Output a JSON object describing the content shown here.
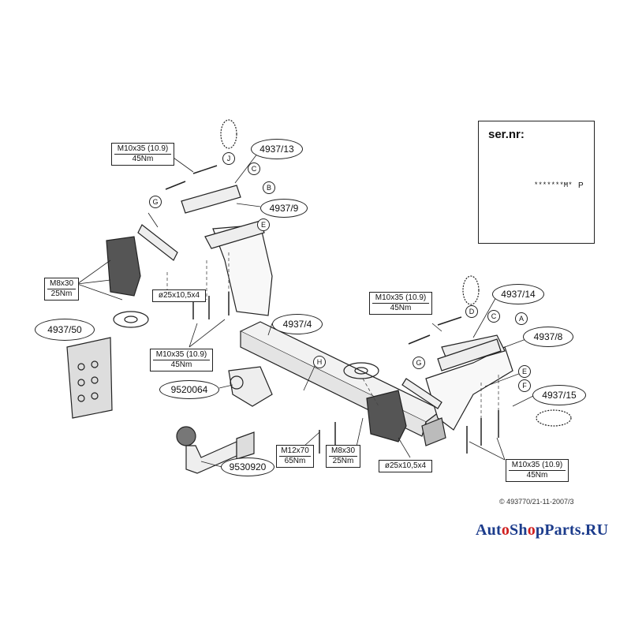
{
  "parts": {
    "p4937_13": "4937/13",
    "p4937_9": "4937/9",
    "p4937_50": "4937/50",
    "p4937_4": "4937/4",
    "p9520064": "9520064",
    "p9530920": "9530920",
    "p4937_14": "4937/14",
    "p4937_8": "4937/8",
    "p4937_15": "4937/15"
  },
  "specs": {
    "left_top": {
      "bolt": "M10x35 (10.9)",
      "torque": "45Nm"
    },
    "left_m8": {
      "bolt": "M8x30",
      "torque": "25Nm"
    },
    "left_washer": "ø25x10,5x4",
    "left_bottom": {
      "bolt": "M10x35 (10.9)",
      "torque": "45Nm"
    },
    "right_top": {
      "bolt": "M10x35 (10.9)",
      "torque": "45Nm"
    },
    "center_m12": {
      "bolt": "M12x70",
      "torque": "65Nm"
    },
    "center_m8": {
      "bolt": "M8x30",
      "torque": "25Nm"
    },
    "right_washer": "ø25x10,5x4",
    "right_bottom": {
      "bolt": "M10x35 (10.9)",
      "torque": "45Nm"
    }
  },
  "letters": {
    "J_left": "J",
    "C_left": "C",
    "B_left": "B",
    "G_left": "G",
    "E_left": "E",
    "H": "H",
    "D_right": "D",
    "C_right": "C",
    "A_right": "A",
    "G_right": "G",
    "E_right": "E",
    "F_right": "F"
  },
  "serial": {
    "label": "ser.nr:",
    "code": "*******M*",
    "p": "P"
  },
  "footer": {
    "copyright": "© 493770/21-11-2007/3",
    "brand_pre": "Aut",
    "brand_o1": "o",
    "brand_mid": "Sh",
    "brand_o2": "o",
    "brand_post": "pParts.RU"
  }
}
